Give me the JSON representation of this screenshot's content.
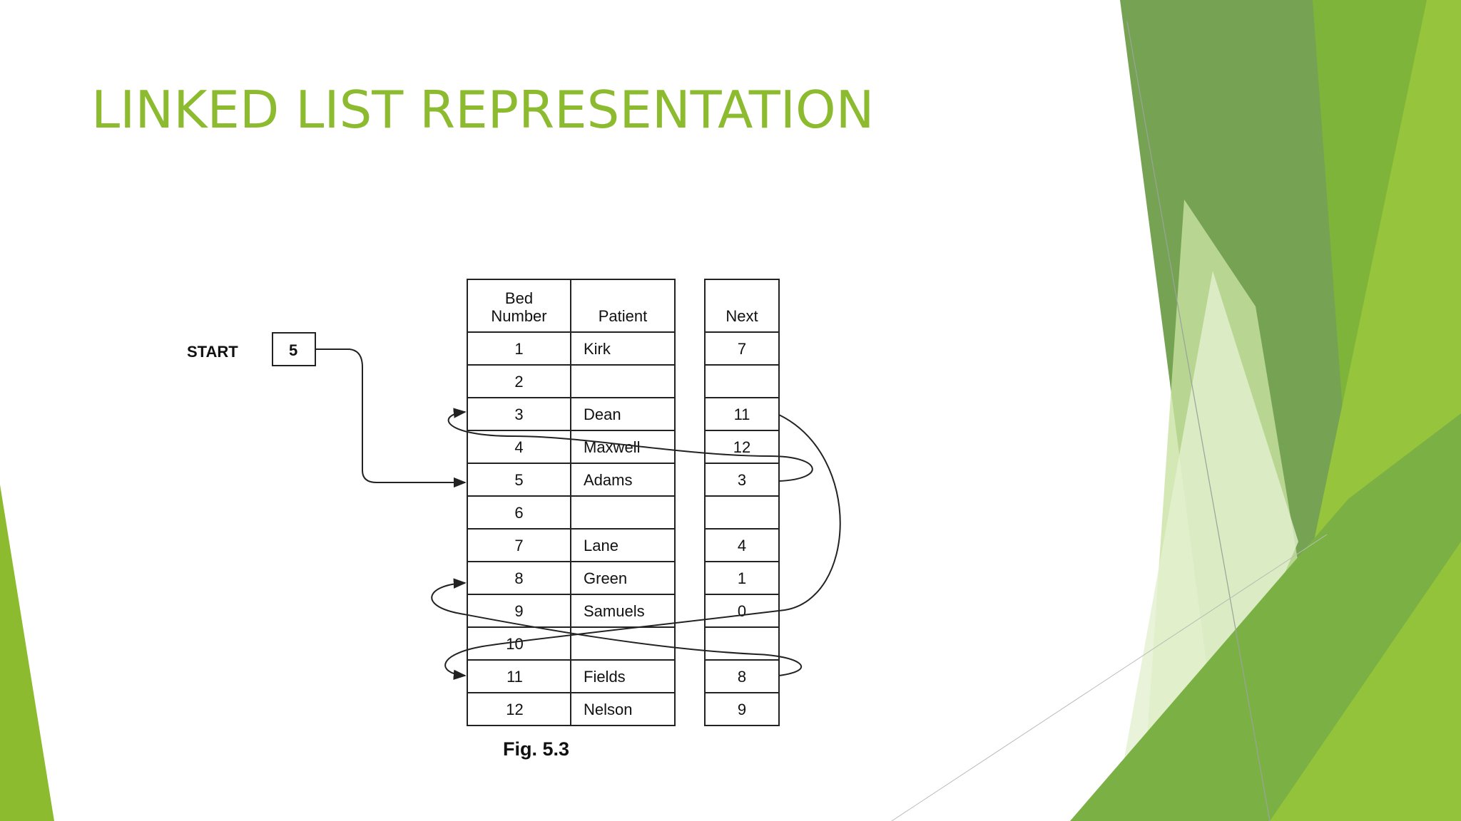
{
  "slide": {
    "title": "LINKED LIST REPRESENTATION"
  },
  "theme": {
    "accent": "#8dbb2f",
    "dark_green": "#6a9a45",
    "mid_green": "#7bb144",
    "light_green": "#a9cf6a"
  },
  "diagram": {
    "start_label": "START",
    "start_value": "5",
    "headers": {
      "bed_line1": "Bed",
      "bed_line2": "Number",
      "patient": "Patient",
      "next": "Next"
    },
    "rows": [
      {
        "bed": "1",
        "patient": "Kirk",
        "next": "7"
      },
      {
        "bed": "2",
        "patient": "",
        "next": ""
      },
      {
        "bed": "3",
        "patient": "Dean",
        "next": "11"
      },
      {
        "bed": "4",
        "patient": "Maxwell",
        "next": "12"
      },
      {
        "bed": "5",
        "patient": "Adams",
        "next": "3"
      },
      {
        "bed": "6",
        "patient": "",
        "next": ""
      },
      {
        "bed": "7",
        "patient": "Lane",
        "next": "4"
      },
      {
        "bed": "8",
        "patient": "Green",
        "next": "1"
      },
      {
        "bed": "9",
        "patient": "Samuels",
        "next": "0"
      },
      {
        "bed": "10",
        "patient": "",
        "next": ""
      },
      {
        "bed": "11",
        "patient": "Fields",
        "next": "8"
      },
      {
        "bed": "12",
        "patient": "Nelson",
        "next": "9"
      }
    ],
    "caption": "Fig. 5.3"
  }
}
